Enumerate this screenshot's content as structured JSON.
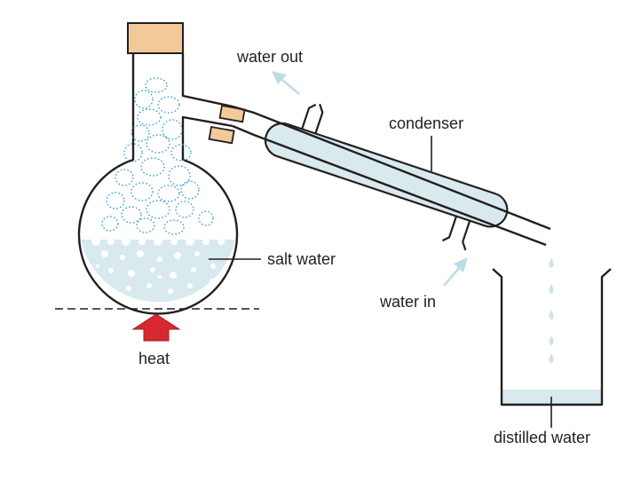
{
  "labels": {
    "water_out": "water out",
    "condenser": "condenser",
    "salt_water": "salt water",
    "water_in": "water in",
    "heat": "heat",
    "distilled_water": "distilled water"
  },
  "colors": {
    "outline": "#231f20",
    "liquid": "#d8eaee",
    "glass_fill": "#ffffff",
    "cork": "#f3c999",
    "vapour": "#3d9fd6",
    "heat_arrow": "#d7282f",
    "flow_arrow": "#bcdde8",
    "drop": "#cde3ea"
  },
  "icons": {
    "heat_arrow": "up-arrow-icon",
    "flow_arrow_out": "arrow-up-left-icon",
    "flow_arrow_in": "arrow-up-right-icon"
  }
}
